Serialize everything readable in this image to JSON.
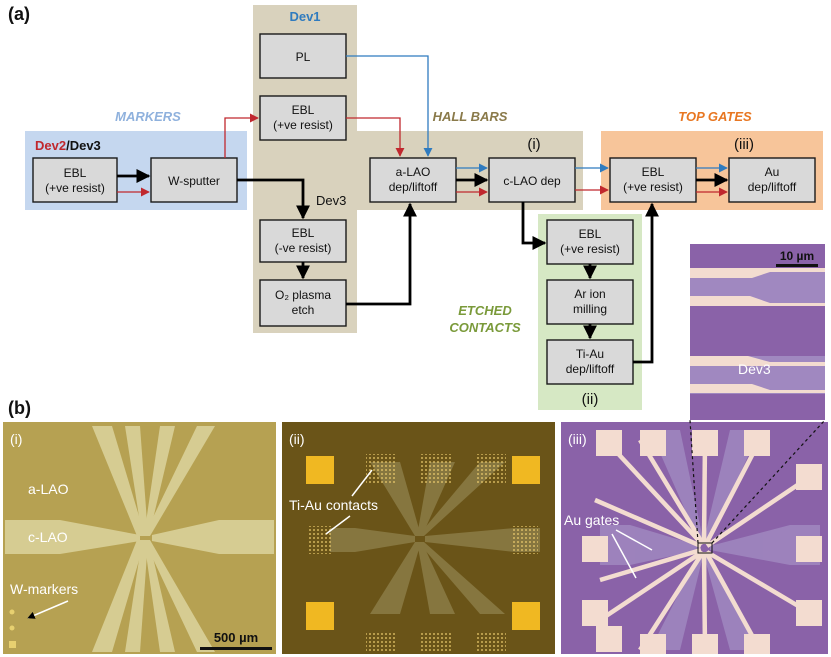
{
  "panels": {
    "a_label": "(a)",
    "b_label": "(b)"
  },
  "regions": {
    "markers": "MARKERS",
    "hall_bars": "HALL BARS",
    "top_gates": "TOP GATES",
    "etched_contacts_line1": "ETCHED",
    "etched_contacts_line2": "CONTACTS"
  },
  "devices": {
    "dev1": "Dev1",
    "dev2": "Dev2",
    "slash": "/",
    "dev3": "Dev3",
    "dev3_branch": "Dev3"
  },
  "steps": {
    "ebl_pos_markers": [
      "EBL",
      "(+ve resist)"
    ],
    "w_sputter": [
      "W-sputter"
    ],
    "pl": [
      "PL"
    ],
    "ebl_pos_dev2": [
      "EBL",
      "(+ve resist)"
    ],
    "ebl_neg": [
      "EBL",
      "(-ve resist)"
    ],
    "o2_etch": [
      "O₂ plasma",
      "etch"
    ],
    "a_lao": [
      "a-LAO",
      "dep/liftoff"
    ],
    "c_lao": [
      "c-LAO dep"
    ],
    "ebl_contacts": [
      "EBL",
      "(+ve resist)"
    ],
    "ar_milling": [
      "Ar ion",
      "milling"
    ],
    "ti_au": [
      "Ti-Au",
      "dep/liftoff"
    ],
    "ebl_gates": [
      "EBL",
      "(+ve resist)"
    ],
    "au_dep": [
      "Au",
      "dep/liftoff"
    ]
  },
  "step_numbers": {
    "i": "(i)",
    "ii": "(ii)",
    "iii": "(iii)"
  },
  "images": {
    "inset_scale": "10 µm",
    "inset_label": "Dev3",
    "img1_tag": "(i)",
    "img1_alao": "a-LAO",
    "img1_clao": "c-LAO",
    "img1_markers": "W-markers",
    "img1_scale": "500 µm",
    "img2_tag": "(ii)",
    "img2_contacts": "Ti-Au contacts",
    "img3_tag": "(iii)",
    "img3_gates": "Au gates"
  },
  "colors": {
    "markers_region": "#c5d7ef",
    "hall_region": "#d9d2bd",
    "gates_region": "#f7c59a",
    "etched_region": "#d6e8c4",
    "dev1_blue": "#2f7bbf",
    "dev2_red": "#c0282e",
    "markers_text": "#8fb1dd",
    "hall_text": "#8a7a4a",
    "gates_text": "#e87722",
    "etched_text": "#7a9a3a"
  }
}
